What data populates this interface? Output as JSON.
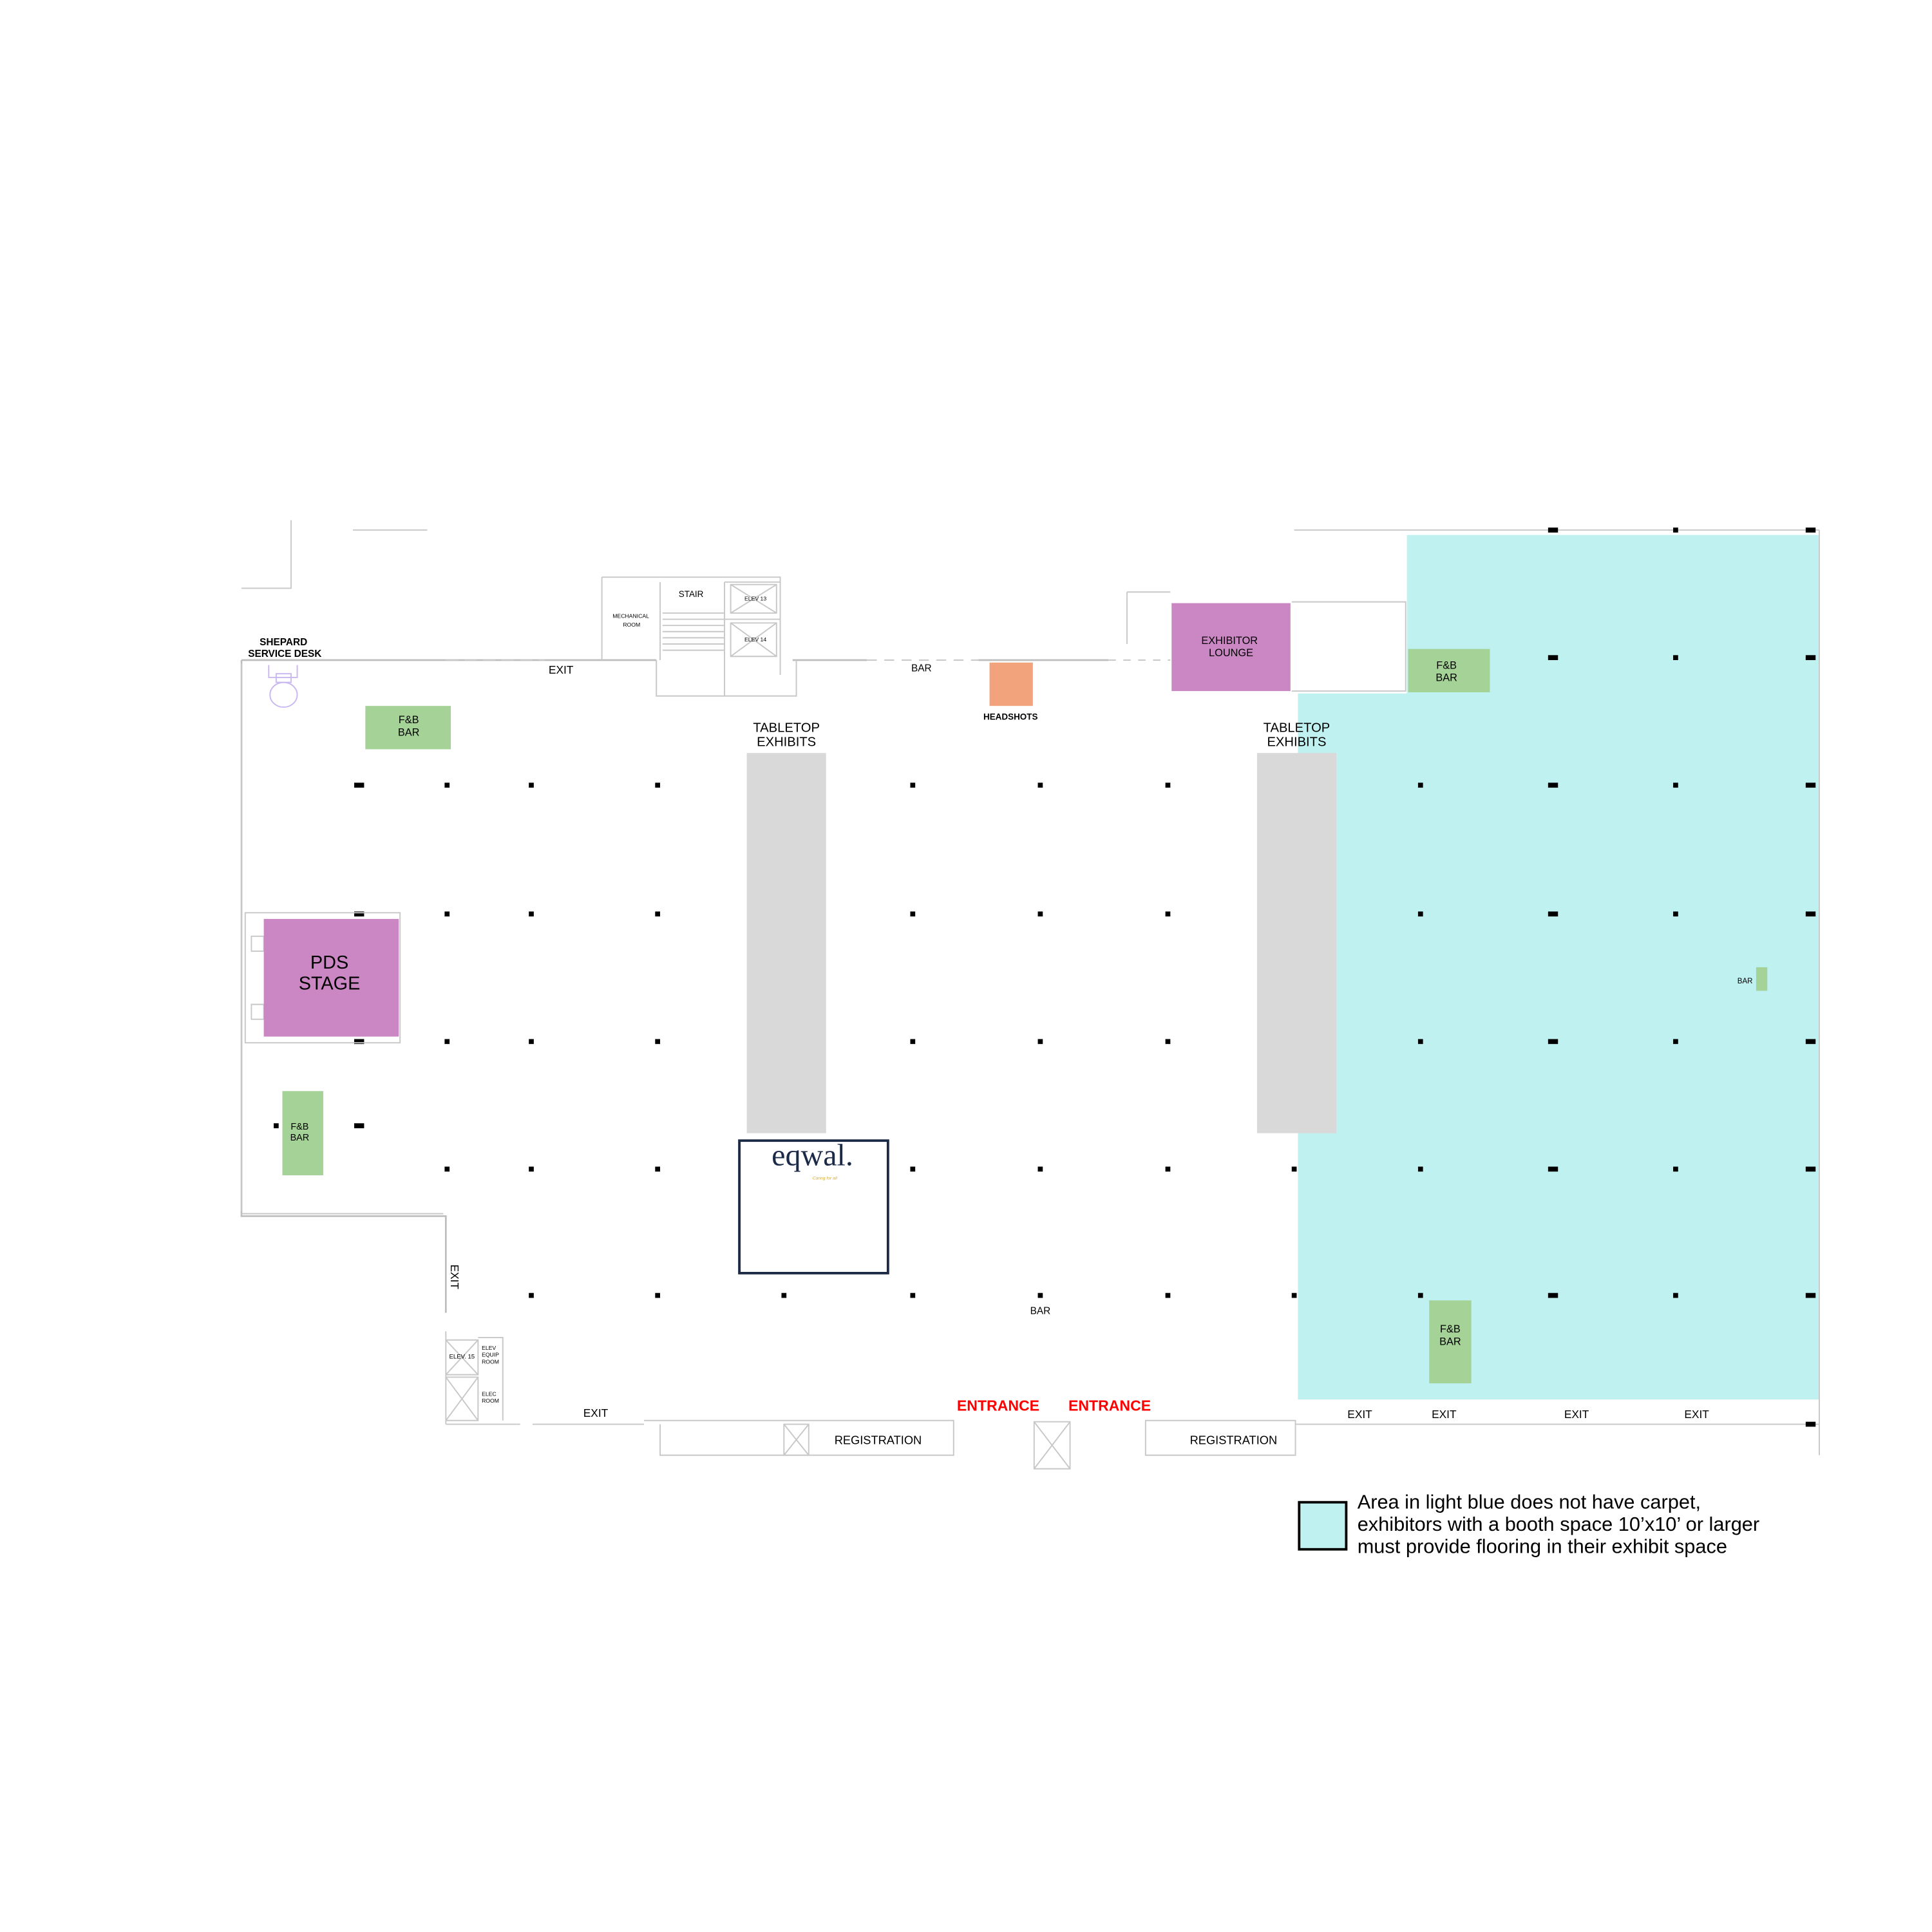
{
  "colors": {
    "no_carpet_area": "#bff1f1",
    "stage_lounge": "#cb87c4",
    "fb_bar": "#a5d296",
    "tabletop": "#d9d9d9",
    "headshots": "#f2a37b",
    "entrance_text": "#ff0000",
    "eqwal_brand": "#1b2a47",
    "eqwal_tagline": "#d9a928"
  },
  "labels": {
    "shepard_service_desk": [
      "SHEPARD",
      "SERVICE DESK"
    ],
    "exit_top": "EXIT",
    "mechanical_room": [
      "MECHANICAL",
      "ROOM"
    ],
    "stair": "STAIR",
    "elev13": "ELEV 13",
    "elev14": "ELEV 14",
    "bar_top": "BAR",
    "headshots": "HEADSHOTS",
    "exhibitor_lounge": [
      "EXHIBITOR",
      "LOUNGE"
    ],
    "fb_bar": [
      "F&B",
      "BAR"
    ],
    "tabletop_exhibits": [
      "TABLETOP",
      "EXHIBITS"
    ],
    "pds_stage": [
      "PDS",
      "STAGE"
    ],
    "bar_right": "BAR",
    "bar_bottom": "BAR",
    "exit_side": "EXIT",
    "elev15": "ELEV. 15",
    "elev_equip_room": [
      "ELEV",
      "EQUIP",
      "ROOM"
    ],
    "elec_room": [
      "ELEC",
      "ROOM"
    ],
    "exit_bottom_left": "EXIT",
    "registration": "REGISTRATION",
    "entrance": "ENTRANCE",
    "exit_bottom_right": [
      "EXIT",
      "EXIT",
      "EXIT",
      "EXIT"
    ]
  },
  "sponsor": {
    "logo_text": "eqwal.",
    "tagline": "Caring for all"
  },
  "legend": {
    "text": [
      "Area in light blue does not have carpet,",
      "exhibitors with a booth space 10’x10’ or larger",
      "must provide flooring in their exhibit space"
    ]
  }
}
